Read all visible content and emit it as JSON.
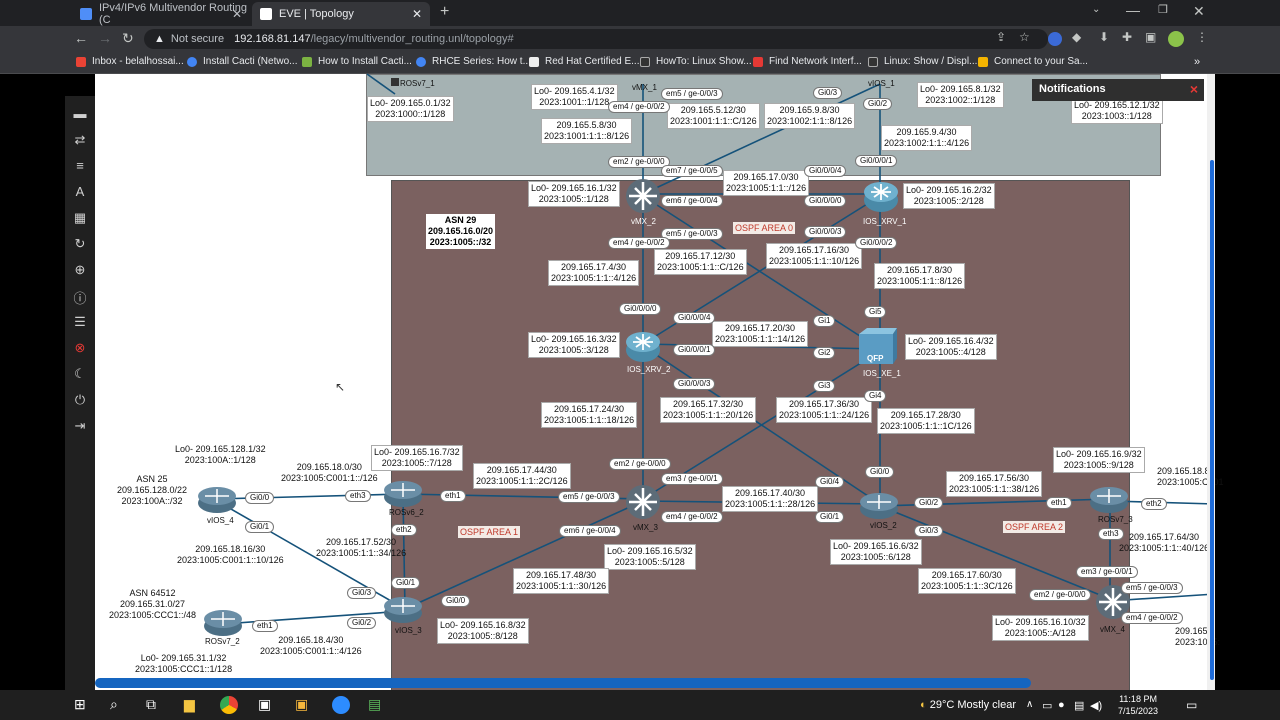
{
  "browser": {
    "tabs": [
      {
        "title": "IPv4/IPv6 Multivendor Routing (C",
        "active": false
      },
      {
        "title": "EVE | Topology",
        "active": true
      }
    ],
    "security": "Not secure",
    "url_host": "192.168.81.147",
    "url_path": "/legacy/multivendor_routing.unl/topology#",
    "bookmarks": [
      "Inbox - belalhossai...",
      "Install Cacti (Netwo...",
      "How to Install Cacti...",
      "RHCE Series: How t...",
      "Red Hat Certified E...",
      "HowTo: Linux Show...",
      "Find Network Interf...",
      "Linux: Show / Displ...",
      "Connect to your Sa..."
    ]
  },
  "notifications": {
    "title": "Notifications",
    "close": "×"
  },
  "topology": {
    "nodes": [
      {
        "id": "rosv7_1",
        "name": "ROSv7_1"
      },
      {
        "id": "vmx_1",
        "name": "vMX_1"
      },
      {
        "id": "vios_1",
        "name": "vIOS_1"
      },
      {
        "id": "vmx_2",
        "name": "vMX_2"
      },
      {
        "id": "ios_xrv_1",
        "name": "IOS_XRV_1"
      },
      {
        "id": "ios_xrv_2",
        "name": "IOS_XRV_2"
      },
      {
        "id": "ios_xe_1",
        "name": "IOS_XE_1"
      },
      {
        "id": "rosv6_2",
        "name": "ROSv6_2"
      },
      {
        "id": "vmx_3",
        "name": "vMX_3"
      },
      {
        "id": "vios_2",
        "name": "vIOS_2"
      },
      {
        "id": "rosv7_3",
        "name": "ROSv7_3"
      },
      {
        "id": "vios_3",
        "name": "vIOS_3"
      },
      {
        "id": "vmx_4",
        "name": "vMX_4"
      },
      {
        "id": "vios_4",
        "name": "vIOS_4"
      },
      {
        "id": "rosv7_2",
        "name": "ROSv7_2"
      }
    ],
    "asn29": [
      "ASN 29",
      "209.165.16.0/20",
      "2023:1005::/32"
    ],
    "ospf0": "OSPF AREA 0",
    "ospf1": "OSPF AREA 1",
    "ospf2": "OSPF AREA 2",
    "qfp": "QFP",
    "labels": [
      [
        "Lo0- 209.165.0.1/32",
        "2023:1000::1/128"
      ],
      [
        "Lo0- 209.165.4.1/32",
        "2023:1001::1/128"
      ],
      [
        "209.165.5.12/30",
        "2023:1001:1:1::C/126"
      ],
      [
        "209.165.9.8/30",
        "2023:1002:1:1::8/126"
      ],
      [
        "Lo0- 209.165.8.1/32",
        "2023:1002::1/128"
      ],
      [
        "Lo0- 209.165.12.1/32",
        "2023:1003::1/128"
      ],
      [
        "209.165.5.8/30",
        "2023:1001:1:1::8/126"
      ],
      [
        "209.165.9.4/30",
        "2023:1002:1:1::4/126"
      ],
      [
        "209.165.17.0/30",
        "2023:1005:1:1::/126"
      ],
      [
        "Lo0- 209.165.16.1/32",
        "2023:1005::1/128"
      ],
      [
        "Lo0- 209.165.16.2/32",
        "2023:1005::2/128"
      ],
      [
        "209.165.17.16/30",
        "2023:1005:1:1::10/126"
      ],
      [
        "209.165.17.12/30",
        "2023:1005:1:1::C/126"
      ],
      [
        "209.165.17.4/30",
        "2023:1005:1:1::4/126"
      ],
      [
        "209.165.17.8/30",
        "2023:1005:1:1::8/126"
      ],
      [
        "209.165.17.20/30",
        "2023:1005:1:1::14/126"
      ],
      [
        "Lo0- 209.165.16.3/32",
        "2023:1005::3/128"
      ],
      [
        "Lo0- 209.165.16.4/32",
        "2023:1005::4/128"
      ],
      [
        "209.165.17.24/30",
        "2023:1005:1:1::18/126"
      ],
      [
        "209.165.17.32/30",
        "2023:1005:1:1::20/126"
      ],
      [
        "209.165.17.36/30",
        "2023:1005:1:1::24/126"
      ],
      [
        "209.165.17.28/30",
        "2023:1005:1:1::1C/126"
      ],
      [
        "Lo0- 209.165.128.1/32",
        "2023:100A::1/128"
      ],
      [
        "Lo0- 209.165.16.7/32",
        "2023:1005::7/128"
      ],
      [
        "209.165.18.0/30",
        "2023:1005:C001:1::/126"
      ],
      [
        "209.165.17.44/30",
        "2023:1005:1:1::2C/126"
      ],
      [
        "ASN 25",
        "209.165.128.0/22",
        "2023:100A::/32"
      ],
      [
        "209.165.17.40/30",
        "2023:1005:1:1::28/126"
      ],
      [
        "209.165.17.56/30",
        "2023:1005:1:1::38/126"
      ],
      [
        "Lo0- 209.165.16.9/32",
        "2023:1005::9/128"
      ],
      [
        "209.165.18.16/30",
        "2023:1005:C001:1::10/126"
      ],
      [
        "209.165.17.52/30",
        "2023:1005:1:1::34/126"
      ],
      [
        "Lo0- 209.165.16.5/32",
        "2023:1005::5/128"
      ],
      [
        "Lo0- 209.165.16.6/32",
        "2023:1005::6/128"
      ],
      [
        "209.165.17.64/30",
        "2023:1005:1:1::40/126"
      ],
      [
        "ASN 64512",
        "209.165.31.0/27",
        "2023:1005:CCC1::/48"
      ],
      [
        "209.165.17.48/30",
        "2023:1005:1:1::30/126"
      ],
      [
        "209.165.17.60/30",
        "2023:1005:1:1::3C/126"
      ],
      [
        "209.165.18.4/30",
        "2023:1005:C001:1::4/126"
      ],
      [
        "Lo0- 209.165.16.8/32",
        "2023:1005::8/128"
      ],
      [
        "Lo0- 209.165.16.10/32",
        "2023:1005::A/128"
      ],
      [
        "Lo0- 209.165.31.1/32",
        "2023:1005:CCC1::1/128"
      ],
      [
        "209.165.18.8",
        "2023:1005:C001"
      ],
      [
        "209.165",
        "2023:1005:"
      ]
    ],
    "ports": [
      "em5 / ge-0/0/3",
      "em4 / ge-0/0/2",
      "Gi0/3",
      "Gi0/2",
      "em2 / ge-0/0/0",
      "em7 / ge-0/0/5",
      "Gi0/0/0/4",
      "Gi0/0/0/1",
      "em6 / ge-0/0/4",
      "Gi0/0/0/0",
      "em5 / ge-0/0/3",
      "Gi0/0/0/3",
      "em4 / ge-0/0/2",
      "Gi0/0/0/2",
      "Gi5",
      "Gi0/0/0/0",
      "Gi0/0/0/4",
      "Gi1",
      "Gi0/0/0/1",
      "Gi2",
      "Gi0/0/0/3",
      "Gi3",
      "Gi4",
      "em2 / ge-0/0/0",
      "em3 / ge-0/0/1",
      "Gi0/0",
      "Gi0/4",
      "Gi0/0",
      "eth3",
      "eth1",
      "em5 / ge-0/0/3",
      "Gi0/1",
      "Gi0/2",
      "eth1",
      "eth2",
      "Gi0/1",
      "em4 / ge-0/0/2",
      "eth2",
      "em6 / ge-0/0/4",
      "Gi0/3",
      "eth3",
      "Gi0/1",
      "em3 / ge-0/0/1",
      "Gi0/3",
      "em5 / ge-0/0/3",
      "Gi0/0",
      "eth1",
      "Gi0/2",
      "em2 / ge-0/0/0",
      "em4 / ge-0/0/2"
    ]
  },
  "taskbar": {
    "weather": "29°C  Mostly clear",
    "time": "11:18 PM",
    "date": "7/15/2023"
  }
}
